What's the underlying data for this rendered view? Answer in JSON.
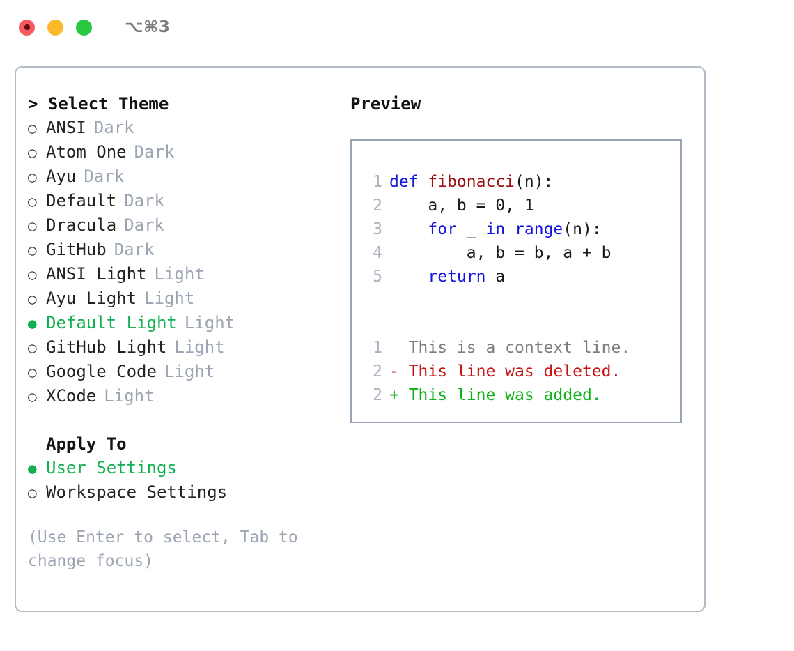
{
  "titlebar": {
    "shortcut": "⌥⌘3",
    "dots": [
      {
        "name": "close-button",
        "color": "#f9575f"
      },
      {
        "name": "minimize-button",
        "color": "#fcb92b"
      },
      {
        "name": "maximize-button",
        "color": "#28c940"
      }
    ]
  },
  "theme_panel": {
    "header_caret": "> ",
    "header": "Select Theme",
    "bullet_selected": "●",
    "bullet_unselected": "○",
    "items": [
      {
        "label": "ANSI",
        "tag": "Dark",
        "selected": false
      },
      {
        "label": "Atom One",
        "tag": "Dark",
        "selected": false
      },
      {
        "label": "Ayu",
        "tag": "Dark",
        "selected": false
      },
      {
        "label": "Default",
        "tag": "Dark",
        "selected": false
      },
      {
        "label": "Dracula",
        "tag": "Dark",
        "selected": false
      },
      {
        "label": "GitHub",
        "tag": "Dark",
        "selected": false
      },
      {
        "label": "ANSI Light",
        "tag": "Light",
        "selected": false
      },
      {
        "label": "Ayu Light",
        "tag": "Light",
        "selected": false
      },
      {
        "label": "Default Light",
        "tag": "Light",
        "selected": true
      },
      {
        "label": "GitHub Light",
        "tag": "Light",
        "selected": false
      },
      {
        "label": "Google Code",
        "tag": "Light",
        "selected": false
      },
      {
        "label": "XCode",
        "tag": "Light",
        "selected": false
      }
    ]
  },
  "apply_to": {
    "title": "Apply To",
    "options": [
      {
        "label": "User Settings",
        "selected": true
      },
      {
        "label": "Workspace Settings",
        "selected": false
      }
    ]
  },
  "hint": "(Use Enter to select, Tab to change focus)",
  "preview": {
    "title": "Preview",
    "code_lines": [
      {
        "no": "1",
        "tokens": [
          {
            "t": "def ",
            "c": "kw"
          },
          {
            "t": "fibonacci",
            "c": "fn"
          },
          {
            "t": "(n):",
            "c": "pl"
          }
        ]
      },
      {
        "no": "2",
        "tokens": [
          {
            "t": "    a, b = 0, 1",
            "c": "pl"
          }
        ]
      },
      {
        "no": "3",
        "tokens": [
          {
            "t": "    for ",
            "c": "kw"
          },
          {
            "t": "_ ",
            "c": "pl"
          },
          {
            "t": "in ",
            "c": "kw"
          },
          {
            "t": "range",
            "c": "kw"
          },
          {
            "t": "(n):",
            "c": "pl"
          }
        ]
      },
      {
        "no": "4",
        "tokens": [
          {
            "t": "        a, b = b, a + b",
            "c": "pl"
          }
        ]
      },
      {
        "no": "5",
        "tokens": [
          {
            "t": "    return ",
            "c": "kw"
          },
          {
            "t": "a",
            "c": "pl"
          }
        ]
      }
    ],
    "diff_lines": [
      {
        "no": "1",
        "text": "  This is a context line.",
        "c": "ctx"
      },
      {
        "no": "2",
        "text": "- This line was deleted.",
        "c": "del"
      },
      {
        "no": "2",
        "text": "+ This line was added.",
        "c": "add"
      }
    ]
  },
  "colors": {
    "accent_green": "#10b050",
    "tag_gray": "#9aa4b2",
    "border": "#b3bbc7",
    "preview_border": "#9aa5b4",
    "keyword_blue": "#1414e0",
    "function_red": "#9a1010",
    "diff_added": "#0bb215",
    "diff_deleted": "#c41414",
    "line_number": "#aab2c0"
  }
}
